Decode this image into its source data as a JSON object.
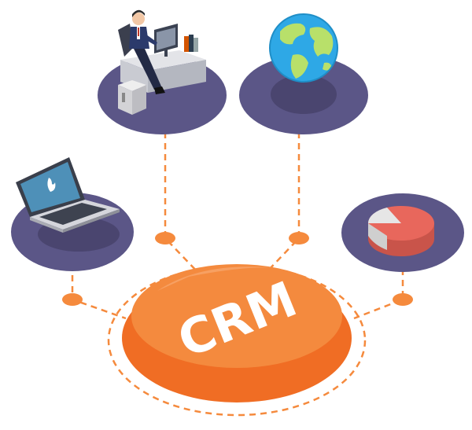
{
  "hub": {
    "label": "CRM"
  },
  "nodes": [
    {
      "id": "employee",
      "icon": "office-worker-desk-icon"
    },
    {
      "id": "globe",
      "icon": "globe-icon"
    },
    {
      "id": "laptop",
      "icon": "laptop-icon"
    },
    {
      "id": "chart",
      "icon": "pie-chart-icon"
    }
  ],
  "colors": {
    "disc": "#5b5687",
    "disc_shadow": "#4a456f",
    "hub_top": "#f48a3e",
    "hub_side": "#f06d24",
    "connector": "#f58a3d",
    "ocean": "#2ea8e6",
    "land": "#b8e06a"
  }
}
